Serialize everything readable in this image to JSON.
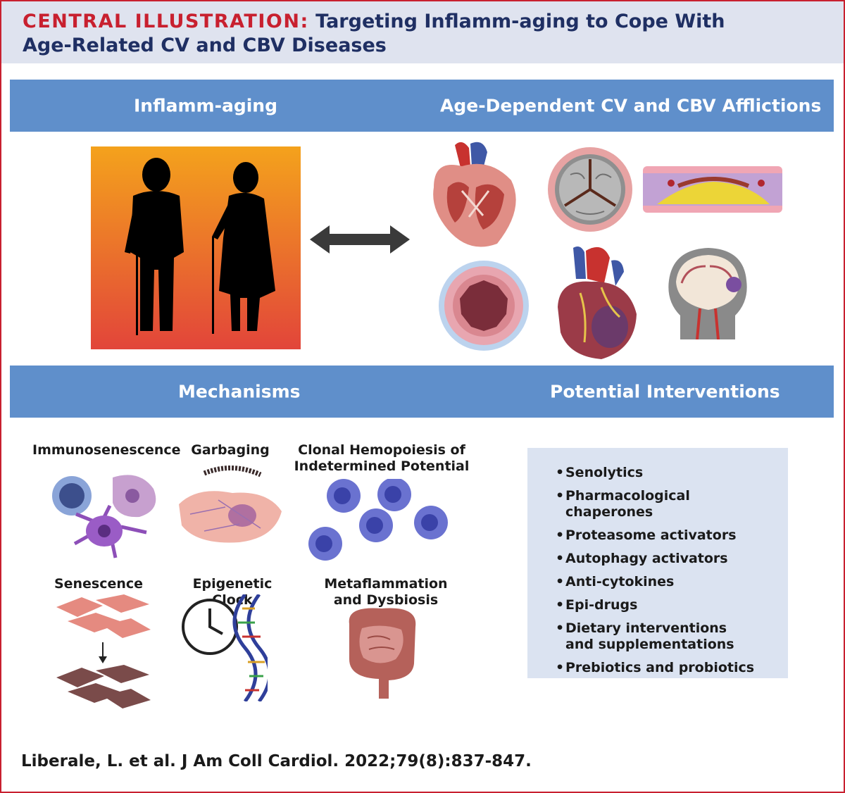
{
  "header": {
    "title_lead": "CENTRAL ILLUSTRATION:",
    "title_rest": " Targeting Inflamm-aging to Cope With",
    "title_line2": "Age-Related CV and CBV Diseases"
  },
  "top_band": {
    "left": "Inflamm-aging",
    "right": "Age-Dependent CV and CBV Afflictions"
  },
  "bottom_band": {
    "left": "Mechanisms",
    "right": "Potential Interventions"
  },
  "mechanisms": {
    "immunosenescence": "Immunosenescence",
    "garbaging": "Garbaging",
    "chip_line1": "Clonal Hemopoiesis of",
    "chip_line2": "Indetermined Potential",
    "senescence": "Senescence",
    "epigenetic": "Epigenetic Clock",
    "meta_line1": "Metaflammation",
    "meta_line2": "and Dysbiosis"
  },
  "interventions": {
    "items": [
      "Senolytics",
      "Pharmacological chaperones",
      "Proteasome activators",
      "Autophagy activators",
      "Anti-cytokines",
      "Epi-drugs",
      "Dietary interventions and supplementations",
      "Prebiotics and probiotics"
    ]
  },
  "citation": "Liberale, L. et al. J Am Coll Cardiol. 2022;79(8):837-847.",
  "colors": {
    "title_red": "#c8202f",
    "title_navy": "#1f2f63",
    "band_blue": "#5f8fcb",
    "box_blue": "#dbe3f1"
  }
}
